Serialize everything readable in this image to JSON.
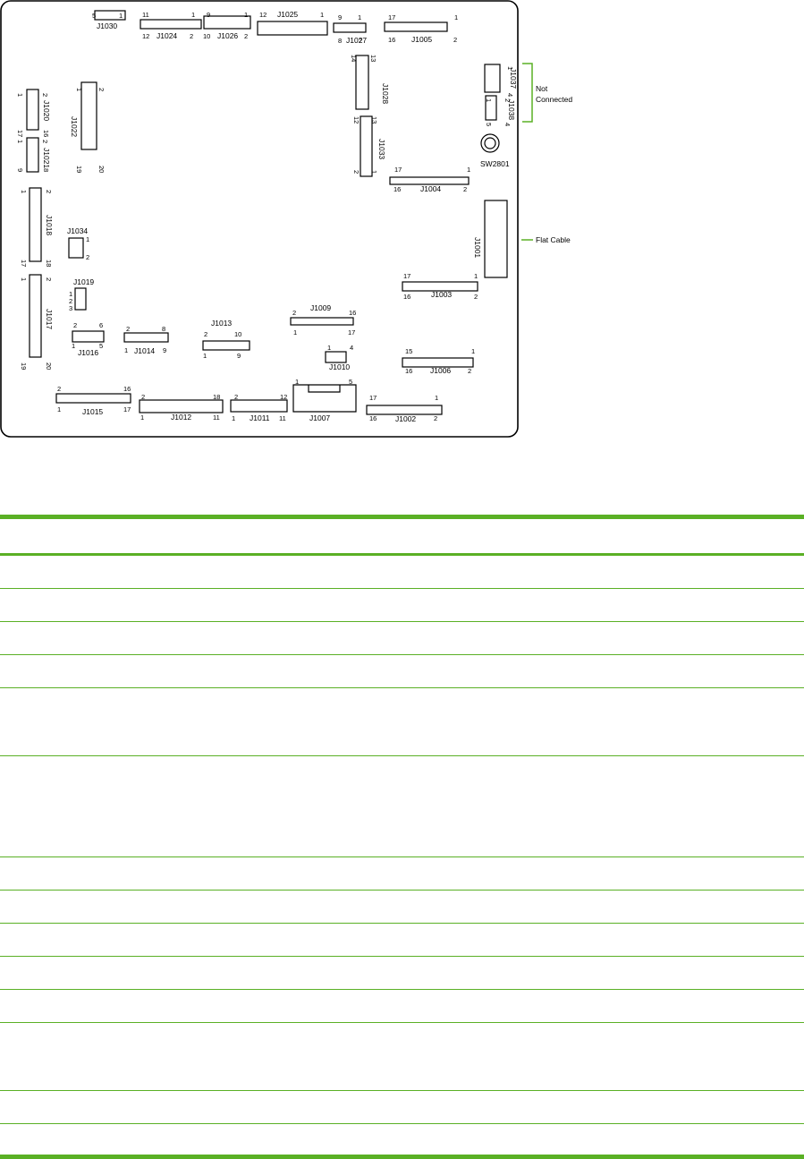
{
  "accent_color": "#5ab025",
  "board": {
    "connectors": [
      {
        "name": "J1030",
        "pins": [
          "5",
          "1"
        ]
      },
      {
        "name": "J1024",
        "pins": [
          "11",
          "1",
          "12",
          "2"
        ]
      },
      {
        "name": "J1026",
        "pins": [
          "9",
          "1",
          "10",
          "2"
        ]
      },
      {
        "name": "J1025",
        "pins": [
          "12",
          "1"
        ]
      },
      {
        "name": "J1027",
        "pins": [
          "9",
          "1",
          "8",
          "2"
        ]
      },
      {
        "name": "J1005",
        "pins": [
          "17",
          "1",
          "16",
          "2"
        ]
      },
      {
        "name": "J1028",
        "pins": [
          "14",
          "13"
        ]
      },
      {
        "name": "J1037",
        "pins": [
          "1",
          "4"
        ]
      },
      {
        "name": "J1038",
        "pins": [
          "1",
          "2",
          "5",
          "4"
        ]
      },
      {
        "name": "J1020",
        "pins": [
          "1",
          "2",
          "17",
          "16"
        ]
      },
      {
        "name": "J1022",
        "pins": [
          "1",
          "2",
          "19",
          "20"
        ]
      },
      {
        "name": "J1021",
        "pins": [
          "1",
          "2",
          "9",
          "8"
        ]
      },
      {
        "name": "J1033",
        "pins": [
          "12",
          "13",
          "2",
          "1"
        ]
      },
      {
        "name": "SW2801",
        "pins": []
      },
      {
        "name": "J1004",
        "pins": [
          "17",
          "1",
          "16",
          "2"
        ]
      },
      {
        "name": "J1018",
        "pins": [
          "1",
          "2",
          "17",
          "18"
        ]
      },
      {
        "name": "J1034",
        "pins": [
          "1",
          "2"
        ]
      },
      {
        "name": "J1001",
        "pins": []
      },
      {
        "name": "J1017",
        "pins": [
          "1",
          "2",
          "19",
          "20"
        ]
      },
      {
        "name": "J1019",
        "pins": [
          "1",
          "2",
          "3"
        ]
      },
      {
        "name": "J1003",
        "pins": [
          "17",
          "1",
          "16",
          "2"
        ]
      },
      {
        "name": "J1013",
        "pins": [
          "2",
          "10",
          "1",
          "9"
        ]
      },
      {
        "name": "J1009",
        "pins": [
          "2",
          "16",
          "1",
          "17"
        ]
      },
      {
        "name": "J1016",
        "pins": [
          "2",
          "6",
          "1",
          "5"
        ]
      },
      {
        "name": "J1014",
        "pins": [
          "2",
          "8",
          "1",
          "9"
        ]
      },
      {
        "name": "J1010",
        "pins": [
          "1",
          "4"
        ]
      },
      {
        "name": "J1006",
        "pins": [
          "15",
          "1",
          "16",
          "2"
        ]
      },
      {
        "name": "J1015",
        "pins": [
          "2",
          "16",
          "1",
          "17"
        ]
      },
      {
        "name": "J1012",
        "pins": [
          "2",
          "18",
          "1",
          "11"
        ]
      },
      {
        "name": "J1011",
        "pins": [
          "2",
          "12",
          "1",
          "11"
        ]
      },
      {
        "name": "J1007",
        "pins": [
          "1",
          "5"
        ]
      },
      {
        "name": "J1002",
        "pins": [
          "17",
          "1",
          "16",
          "2"
        ]
      }
    ],
    "callouts": {
      "not_connected": [
        "Not",
        "Connected"
      ],
      "flat_cable": "Flat Cable"
    }
  },
  "table": {
    "headers": [
      "",
      "",
      ""
    ],
    "rows": [
      {
        "cells": [
          "",
          "",
          ""
        ]
      },
      {
        "cells": [
          "",
          "",
          ""
        ]
      },
      {
        "cells": [
          "",
          "",
          ""
        ]
      },
      {
        "cells": [
          "",
          "",
          ""
        ]
      },
      {
        "cells": [
          "",
          "",
          ""
        ]
      },
      {
        "cells": [
          "",
          "",
          ""
        ]
      },
      {
        "cells": [
          "",
          "",
          ""
        ]
      },
      {
        "cells": [
          "",
          "",
          ""
        ]
      },
      {
        "cells": [
          "",
          "",
          ""
        ]
      },
      {
        "cells": [
          "",
          "",
          ""
        ]
      },
      {
        "cells": [
          "",
          "",
          ""
        ]
      },
      {
        "cells": [
          "",
          "",
          ""
        ]
      },
      {
        "cells": [
          "",
          "",
          ""
        ]
      },
      {
        "cells": [
          "",
          "",
          ""
        ]
      }
    ]
  }
}
